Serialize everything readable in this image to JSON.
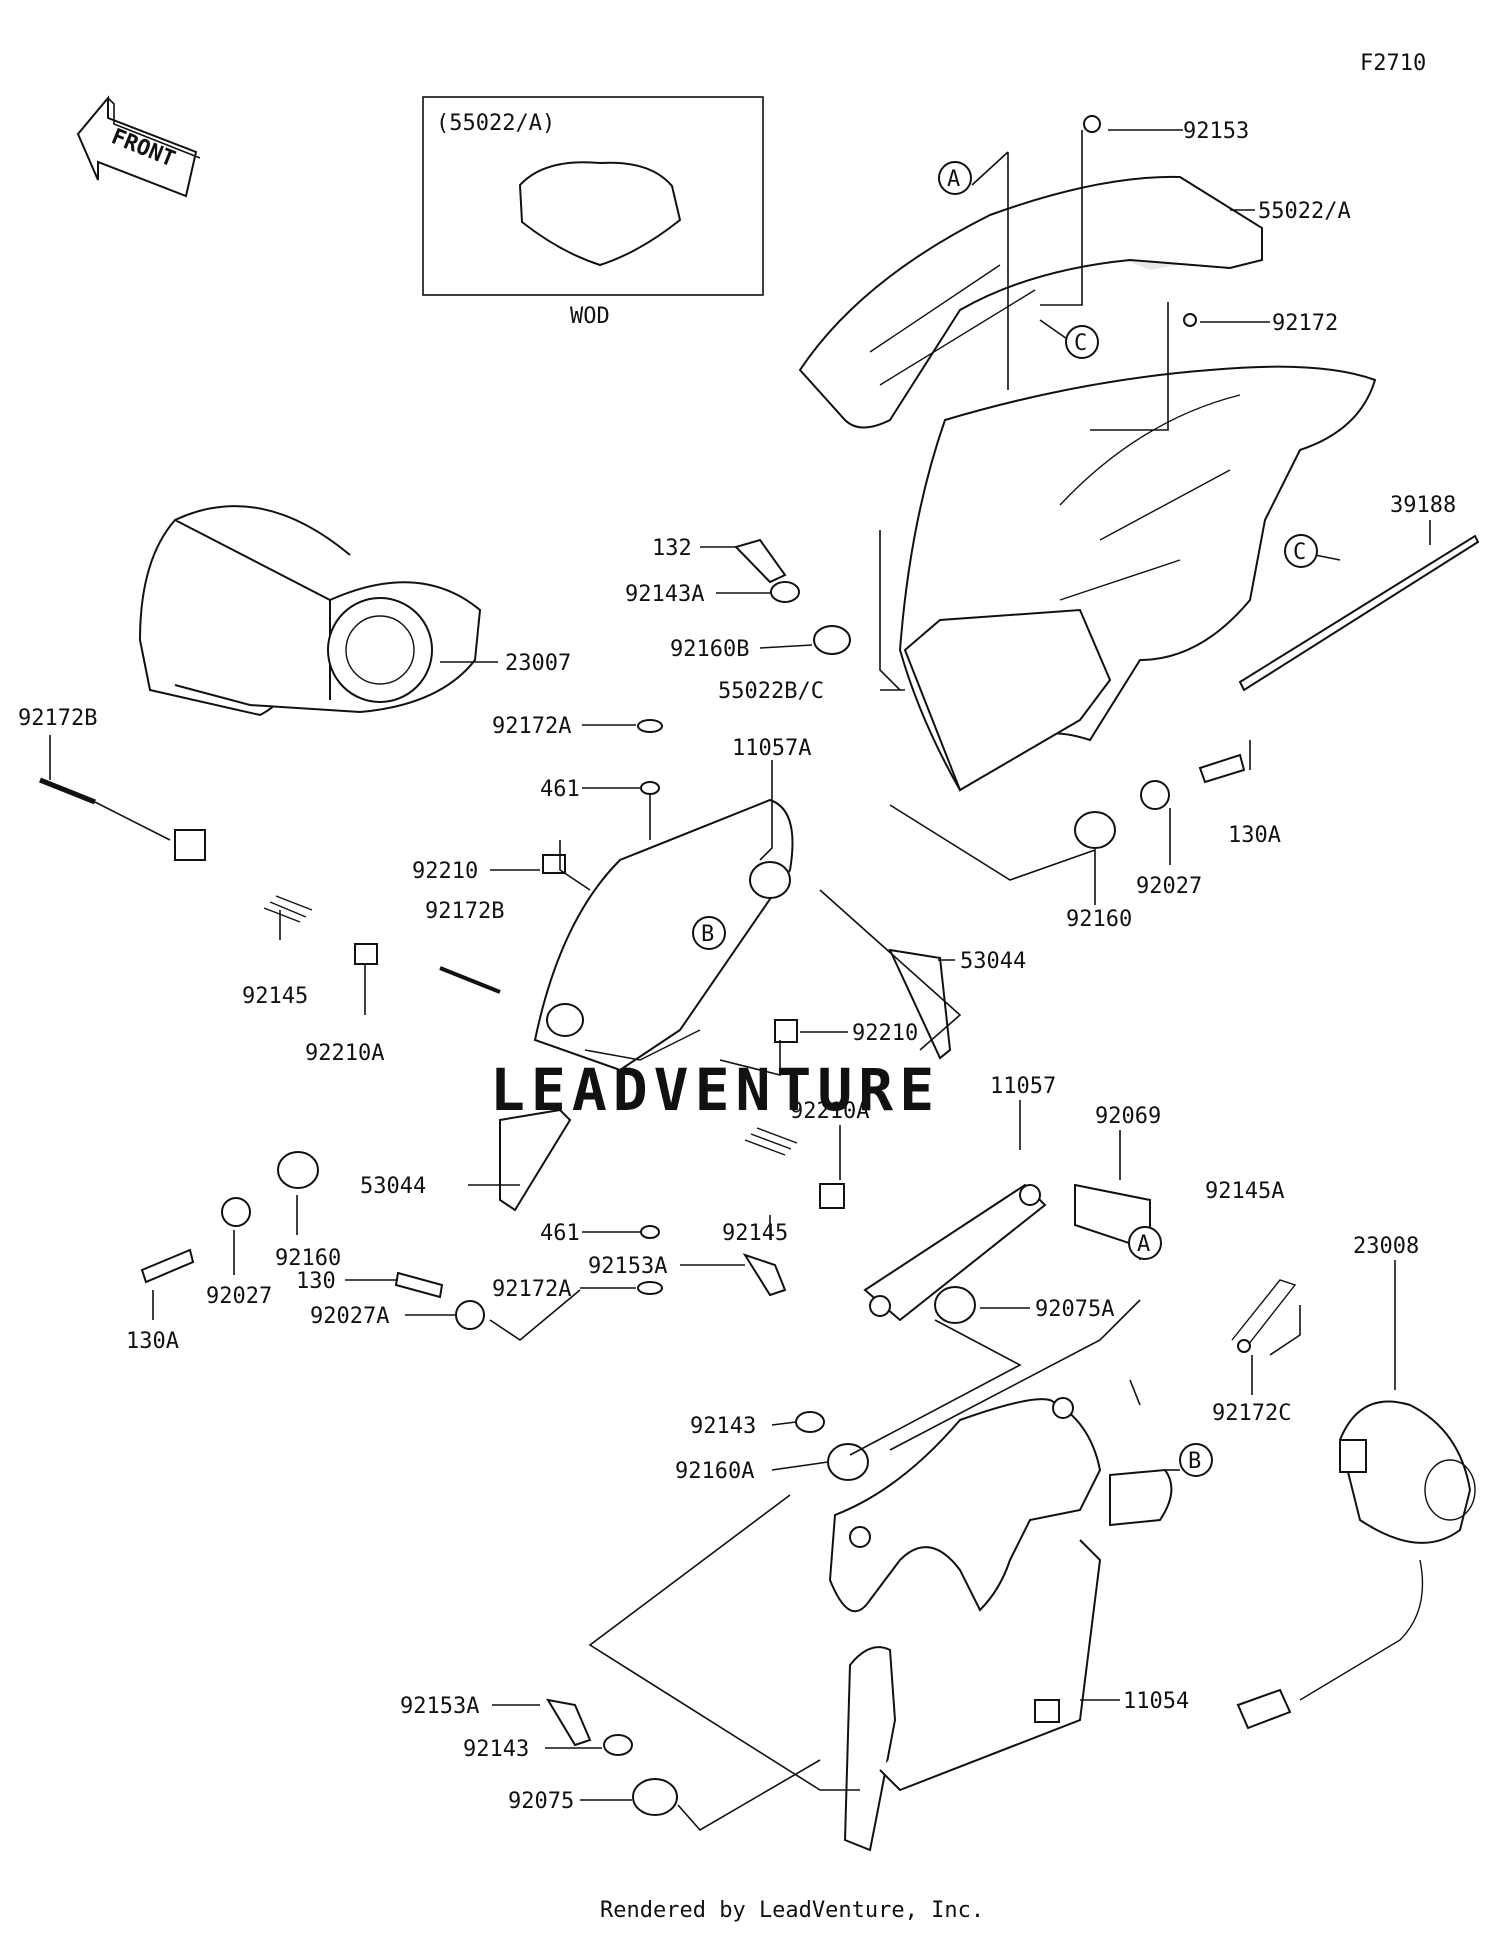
{
  "diagram_code": "F2710",
  "front_label": "FRONT",
  "wod_box": {
    "header": "(55022/A)",
    "footer": "WOD"
  },
  "watermark": "LEADVENTURE",
  "footer": "Rendered by LeadVenture, Inc.",
  "callouts": [
    {
      "id": "92153",
      "label": "92153"
    },
    {
      "id": "55022-a",
      "label": "55022/A"
    },
    {
      "id": "92172-top",
      "label": "92172"
    },
    {
      "id": "39188",
      "label": "39188"
    },
    {
      "id": "132",
      "label": "132"
    },
    {
      "id": "92143a",
      "label": "92143A"
    },
    {
      "id": "92160b",
      "label": "92160B"
    },
    {
      "id": "55022bc",
      "label": "55022B/C"
    },
    {
      "id": "23007",
      "label": "23007"
    },
    {
      "id": "92172b-left",
      "label": "92172B"
    },
    {
      "id": "92172a-top",
      "label": "92172A"
    },
    {
      "id": "461-top",
      "label": "461"
    },
    {
      "id": "11057a",
      "label": "11057A"
    },
    {
      "id": "130a-right",
      "label": "130A"
    },
    {
      "id": "92027-right",
      "label": "92027"
    },
    {
      "id": "92160-right",
      "label": "92160"
    },
    {
      "id": "92210-top",
      "label": "92210"
    },
    {
      "id": "92172b-mid",
      "label": "92172B"
    },
    {
      "id": "53044-right",
      "label": "53044"
    },
    {
      "id": "92145-left",
      "label": "92145"
    },
    {
      "id": "92210a-left",
      "label": "92210A"
    },
    {
      "id": "92210-mid",
      "label": "92210"
    },
    {
      "id": "92210a-mid",
      "label": "92210A"
    },
    {
      "id": "11057",
      "label": "11057"
    },
    {
      "id": "92069",
      "label": "92069"
    },
    {
      "id": "53044-left",
      "label": "53044"
    },
    {
      "id": "92145a",
      "label": "92145A"
    },
    {
      "id": "23008",
      "label": "23008"
    },
    {
      "id": "461-bottom",
      "label": "461"
    },
    {
      "id": "92145-mid",
      "label": "92145"
    },
    {
      "id": "92160-left",
      "label": "92160"
    },
    {
      "id": "130a-left",
      "label": "130A"
    },
    {
      "id": "92027-left",
      "label": "92027"
    },
    {
      "id": "92172a-bottom",
      "label": "92172A"
    },
    {
      "id": "92075a",
      "label": "92075A"
    },
    {
      "id": "130",
      "label": "130"
    },
    {
      "id": "92153a-top",
      "label": "92153A"
    },
    {
      "id": "92027a",
      "label": "92027A"
    },
    {
      "id": "92143-top",
      "label": "92143"
    },
    {
      "id": "92160a",
      "label": "92160A"
    },
    {
      "id": "92172c",
      "label": "92172C"
    },
    {
      "id": "11054",
      "label": "11054"
    },
    {
      "id": "92153a-bottom",
      "label": "92153A"
    },
    {
      "id": "92143-bottom",
      "label": "92143"
    },
    {
      "id": "92075",
      "label": "92075"
    }
  ],
  "reference_markers": [
    {
      "id": "a-top",
      "letter": "A"
    },
    {
      "id": "c-top",
      "letter": "C"
    },
    {
      "id": "c-right",
      "letter": "C"
    },
    {
      "id": "b-mid",
      "letter": "B"
    },
    {
      "id": "a-bottom",
      "letter": "A"
    },
    {
      "id": "b-bottom",
      "letter": "B"
    }
  ]
}
